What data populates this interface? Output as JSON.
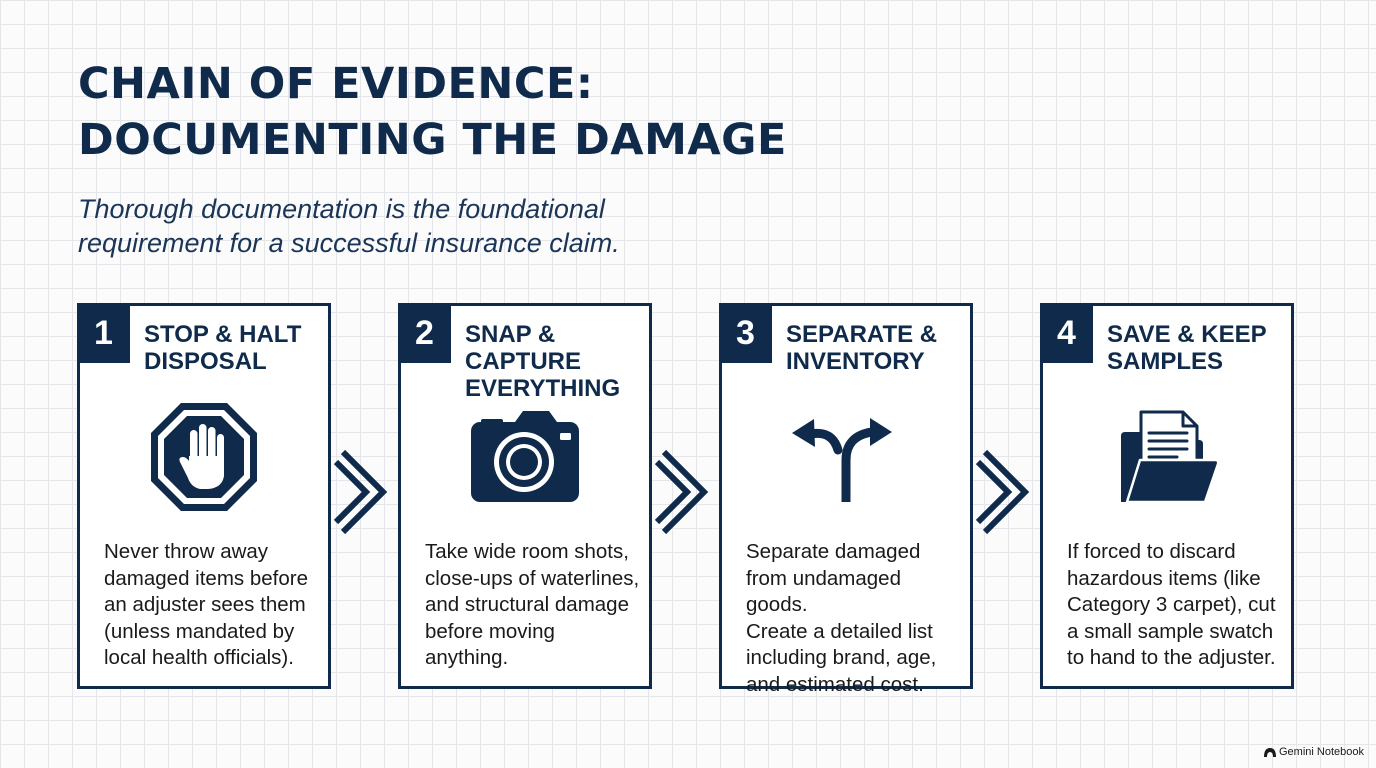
{
  "header": {
    "title": "CHAIN OF EVIDENCE:\nDOCUMENTING THE DAMAGE",
    "subtitle": "Thorough documentation is the foundational\nrequirement for a successful insurance claim."
  },
  "steps": [
    {
      "number": "1",
      "title": "STOP & HALT\nDISPOSAL",
      "icon": "stop-hand-icon",
      "body": "Never throw away\ndamaged items before\nan adjuster sees them\n(unless mandated by\nlocal health officials)."
    },
    {
      "number": "2",
      "title": "SNAP &\nCAPTURE\nEVERYTHING",
      "icon": "camera-icon",
      "body": "Take wide room shots,\nclose-ups of waterlines,\nand structural damage\nbefore moving anything."
    },
    {
      "number": "3",
      "title": "SEPARATE &\nINVENTORY",
      "icon": "split-arrows-icon",
      "body": "Separate damaged\nfrom undamaged goods.\nCreate a detailed list\nincluding brand, age,\nand estimated cost."
    },
    {
      "number": "4",
      "title": "SAVE & KEEP\nSAMPLES",
      "icon": "folder-document-icon",
      "body": "If forced to discard\nhazardous items (like\nCategory 3 carpet), cut\na small sample swatch\nto hand to the adjuster."
    }
  ],
  "watermark": {
    "label": "Gemini Notebook"
  },
  "colors": {
    "navy": "#0f2a4a",
    "paper": "#ffffff",
    "grid": "#e4e6ea"
  }
}
